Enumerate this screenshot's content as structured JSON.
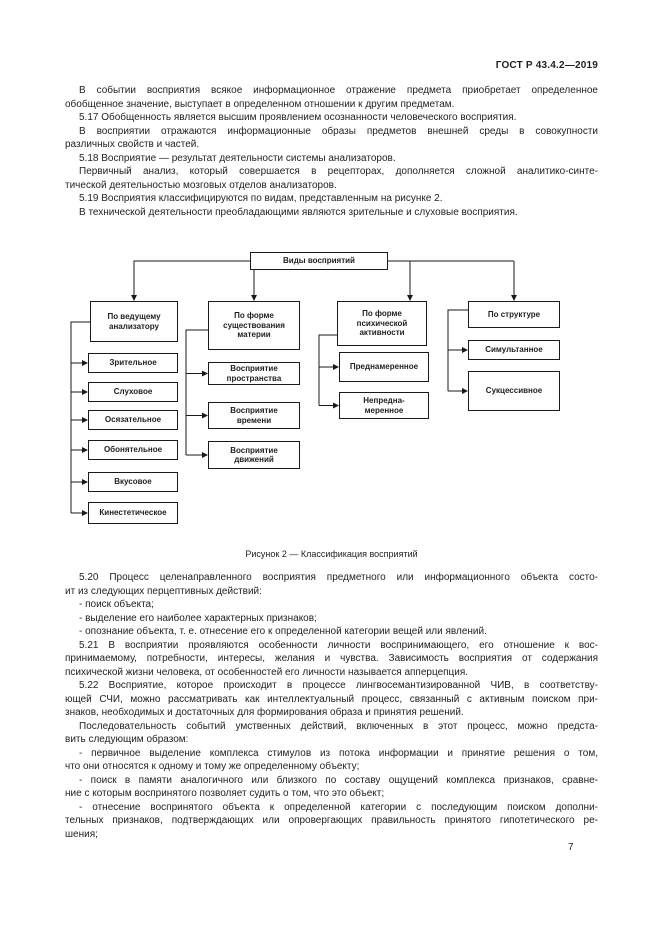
{
  "header": {
    "standard_code": "ГОСТ Р 43.4.2—2019"
  },
  "footer": {
    "page_number": "7"
  },
  "body_top": {
    "paragraphs": [
      {
        "lines": [
          "В событии восприятия всякое информационное отражение предмета приобретает определенное",
          "обобщенное значение, выступает в определенном отношении к другим предметам."
        ]
      },
      {
        "lines": [
          "5.17 Обобщенность является высшим проявлением осознанности человеческого восприятия."
        ]
      },
      {
        "lines": [
          "В восприятии отражаются информационные образы предметов внешней среды в совокупности",
          "различных свойств и частей."
        ]
      },
      {
        "lines": [
          "5.18 Восприятие — результат деятельности системы анализаторов."
        ]
      },
      {
        "lines": [
          "Первичный анализ, который совершается в рецепторах, дополняется сложной аналитико-синте-",
          "тической деятельностью мозговых отделов анализаторов."
        ]
      },
      {
        "lines": [
          "5.19 Восприятия классифицируются по видам, представленным на рисунке 2."
        ]
      },
      {
        "lines": [
          "В технической деятельности преобладающими являются зрительные и слуховые восприятия."
        ]
      }
    ]
  },
  "figure": {
    "caption": "Рисунок 2 — Классификация восприятий",
    "root_label": "Виды восприятий",
    "branches": [
      {
        "label": "По ведущему\nанализатору",
        "children": [
          "Зрительное",
          "Слуховое",
          "Осязательное",
          "Обонятельное",
          "Вкусовое",
          "Кинестетическое"
        ]
      },
      {
        "label": "По форме\nсуществования\nматерии",
        "children": [
          "Восприятие\nпространства",
          "Восприятие\nвремени",
          "Восприятие\nдвижений"
        ]
      },
      {
        "label": "По форме\nпсихической\nактивности",
        "children": [
          "Преднамеренное",
          "Непредна-\nмеренное"
        ]
      },
      {
        "label": "По структуре",
        "children": [
          "Симультанное",
          "Сукцессивное"
        ]
      }
    ]
  },
  "body_bottom": {
    "paragraphs": [
      {
        "lines": [
          "5.20 Процесс целенаправленного восприятия предметного или информационного объекта состо-",
          "ит из следующих перцептивных действий:"
        ]
      },
      {
        "lines": [
          "- поиск объекта;"
        ]
      },
      {
        "lines": [
          "- выделение его наиболее характерных признаков;"
        ]
      },
      {
        "lines": [
          "- опознание объекта, т. е. отнесение его к определенной категории вещей или явлений."
        ]
      },
      {
        "lines": [
          "5.21 В восприятии проявляются особенности личности воспринимающего, его отношение к вос-",
          "принимаемому, потребности, интересы, желания и чувства. Зависимость восприятия от содержания",
          "психической жизни человека, от особенностей его личности называется апперцепция."
        ]
      },
      {
        "lines": [
          "5.22 Восприятие, которое происходит в процессе лингвосемантизированной ЧИВ, в соответству-",
          "ющей СЧИ, можно рассматривать как интеллектуальный процесс, связанный с активным поиском при-",
          "знаков, необходимых и достаточных для формирования образа и принятия решений."
        ]
      },
      {
        "lines": [
          "Последовательность событий умственных действий, включенных в этот процесс, можно предста-",
          "вить следующим образом:"
        ]
      },
      {
        "lines": [
          "- первичное выделение комплекса стимулов из потока информации и принятие решения о том,",
          "что они относятся к одному и тому же определенному объекту;"
        ]
      },
      {
        "lines": [
          "- поиск в памяти аналогичного или близкого по составу ощущений комплекса признаков, сравне-",
          "ние с которым воспринятого позволяет судить о том, что это объект;"
        ]
      },
      {
        "lines": [
          "- отнесение воспринятого объекта к определенной категории с последующим поиском дополни-",
          "тельных признаков, подтверждающих или опровергающих правильность принятого гипотетического ре-",
          "шения;"
        ]
      }
    ]
  },
  "colors": {
    "text": "#1f1f1f",
    "line": "#1a1a1a",
    "page_background": "#ffffff"
  }
}
